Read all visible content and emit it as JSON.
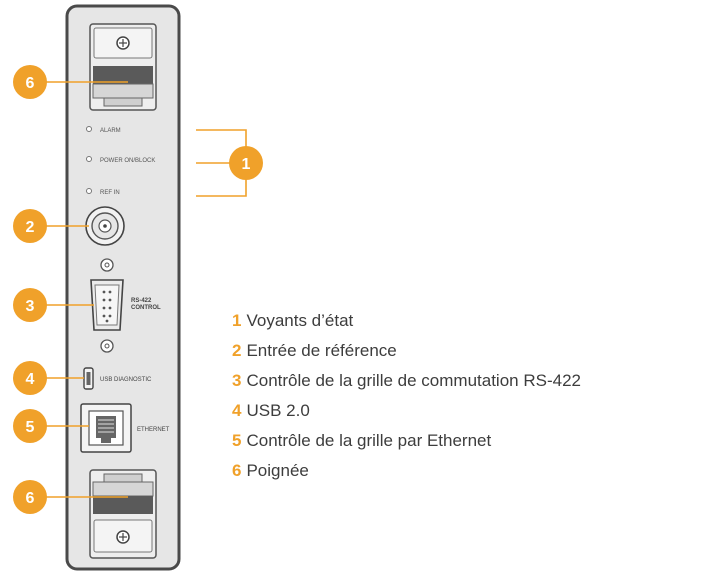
{
  "colors": {
    "accent": "#f0a12a",
    "panel_fill": "#e6e6e6",
    "panel_stroke": "#4a4a4a",
    "text": "#3d3d3d"
  },
  "panel": {
    "labels": {
      "alarm": "ALARM",
      "power": "POWER ON/BLOCK",
      "ref_in": "REF IN",
      "rs422_line1": "RS-422",
      "rs422_line2": "CONTROL",
      "usb": "USB DIAGNOSTIC",
      "ethernet": "ETHERNET"
    }
  },
  "callouts": [
    {
      "id": "handle-top",
      "number": "6"
    },
    {
      "id": "status",
      "number": "1"
    },
    {
      "id": "ref-in",
      "number": "2"
    },
    {
      "id": "rs422",
      "number": "3"
    },
    {
      "id": "usb",
      "number": "4"
    },
    {
      "id": "ethernet",
      "number": "5"
    },
    {
      "id": "handle-bottom",
      "number": "6"
    }
  ],
  "legend": [
    {
      "number": "1",
      "text": "Voyants d’état"
    },
    {
      "number": "2",
      "text": "Entrée de référence"
    },
    {
      "number": "3",
      "text": "Contrôle de la grille de commutation RS-422"
    },
    {
      "number": "4",
      "text": "USB 2.0"
    },
    {
      "number": "5",
      "text": "Contrôle de la grille par Ethernet"
    },
    {
      "number": "6",
      "text": "Poignée"
    }
  ]
}
